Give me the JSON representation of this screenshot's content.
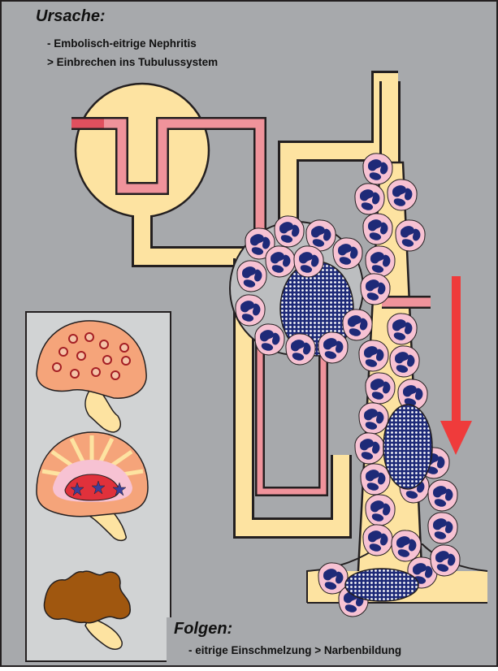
{
  "cause": {
    "heading": "Ursache:",
    "line1": "- Embolisch-eitrige Nephritis",
    "line2": ">  Einbrechen ins Tubulussystem"
  },
  "consequences": {
    "heading": "Folgen:",
    "line1": "- eitrige Einschmelzung > Narbenbildung"
  },
  "colors": {
    "background": "#a7a9ac",
    "tubule": "#fde3a1",
    "outline": "#231f20",
    "vessel": "#f0939b",
    "vessel_dark": "#e0505e",
    "neutrophil_cell": "#f7c2d3",
    "neutrophil_nucleus": "#1e2a78",
    "arrow": "#ef3b3b",
    "kidney_orange": "#f5a47a",
    "kidney_brown": "#a0570f",
    "inset_bg": "#d1d3d4"
  },
  "icons": [
    "kidney-abscess-icon",
    "kidney-radial-stripes-icon",
    "shrunken-scarred-kidney-icon",
    "flow-direction-arrow-icon"
  ]
}
